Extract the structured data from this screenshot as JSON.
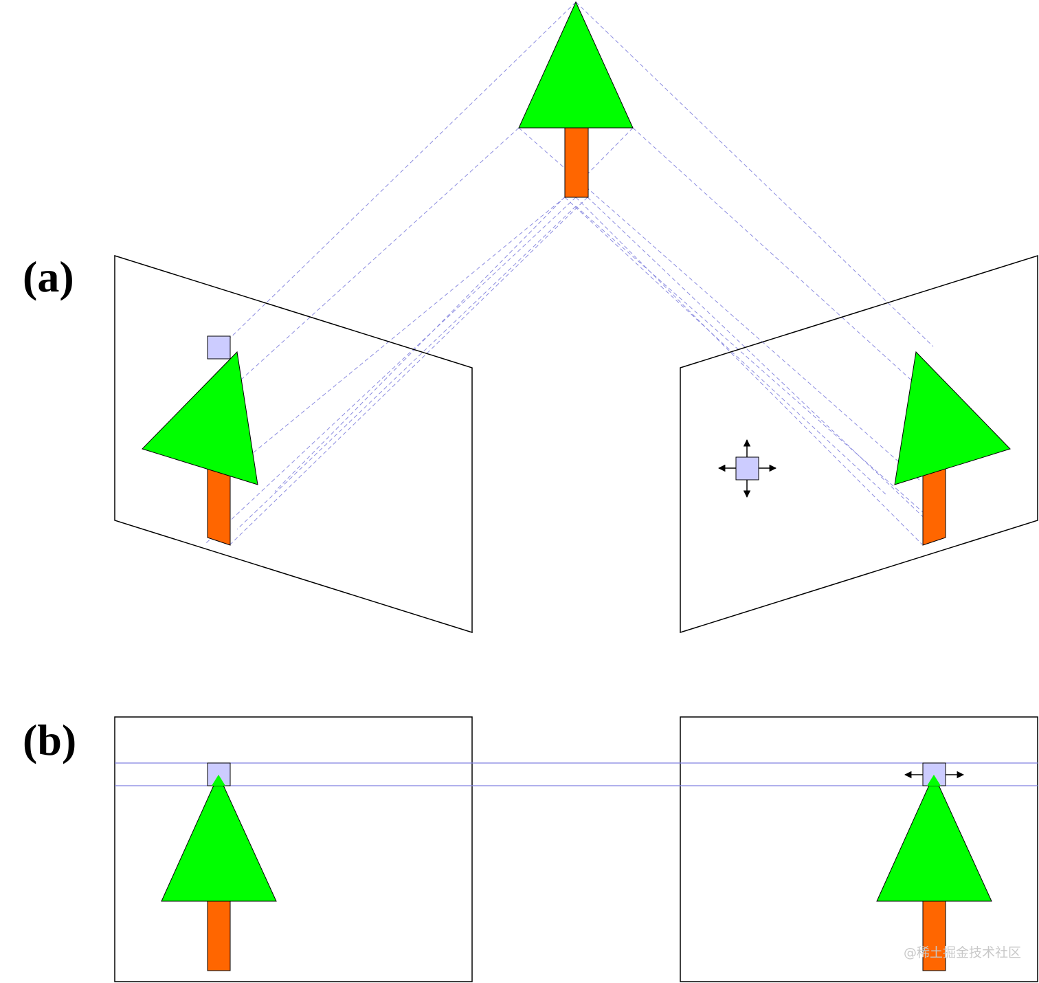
{
  "labels": {
    "a": "(a)",
    "b": "(b)"
  },
  "watermark": "@稀土掘金技术社区",
  "colors": {
    "foliage": "#00ff00",
    "trunk": "#ff6600",
    "marker": "#ccccff",
    "projection_line": "#8080e0",
    "outline": "#000000"
  },
  "icons": {
    "move_marker": "four-way-arrow-icon",
    "horizontal_marker": "two-way-arrow-icon"
  }
}
